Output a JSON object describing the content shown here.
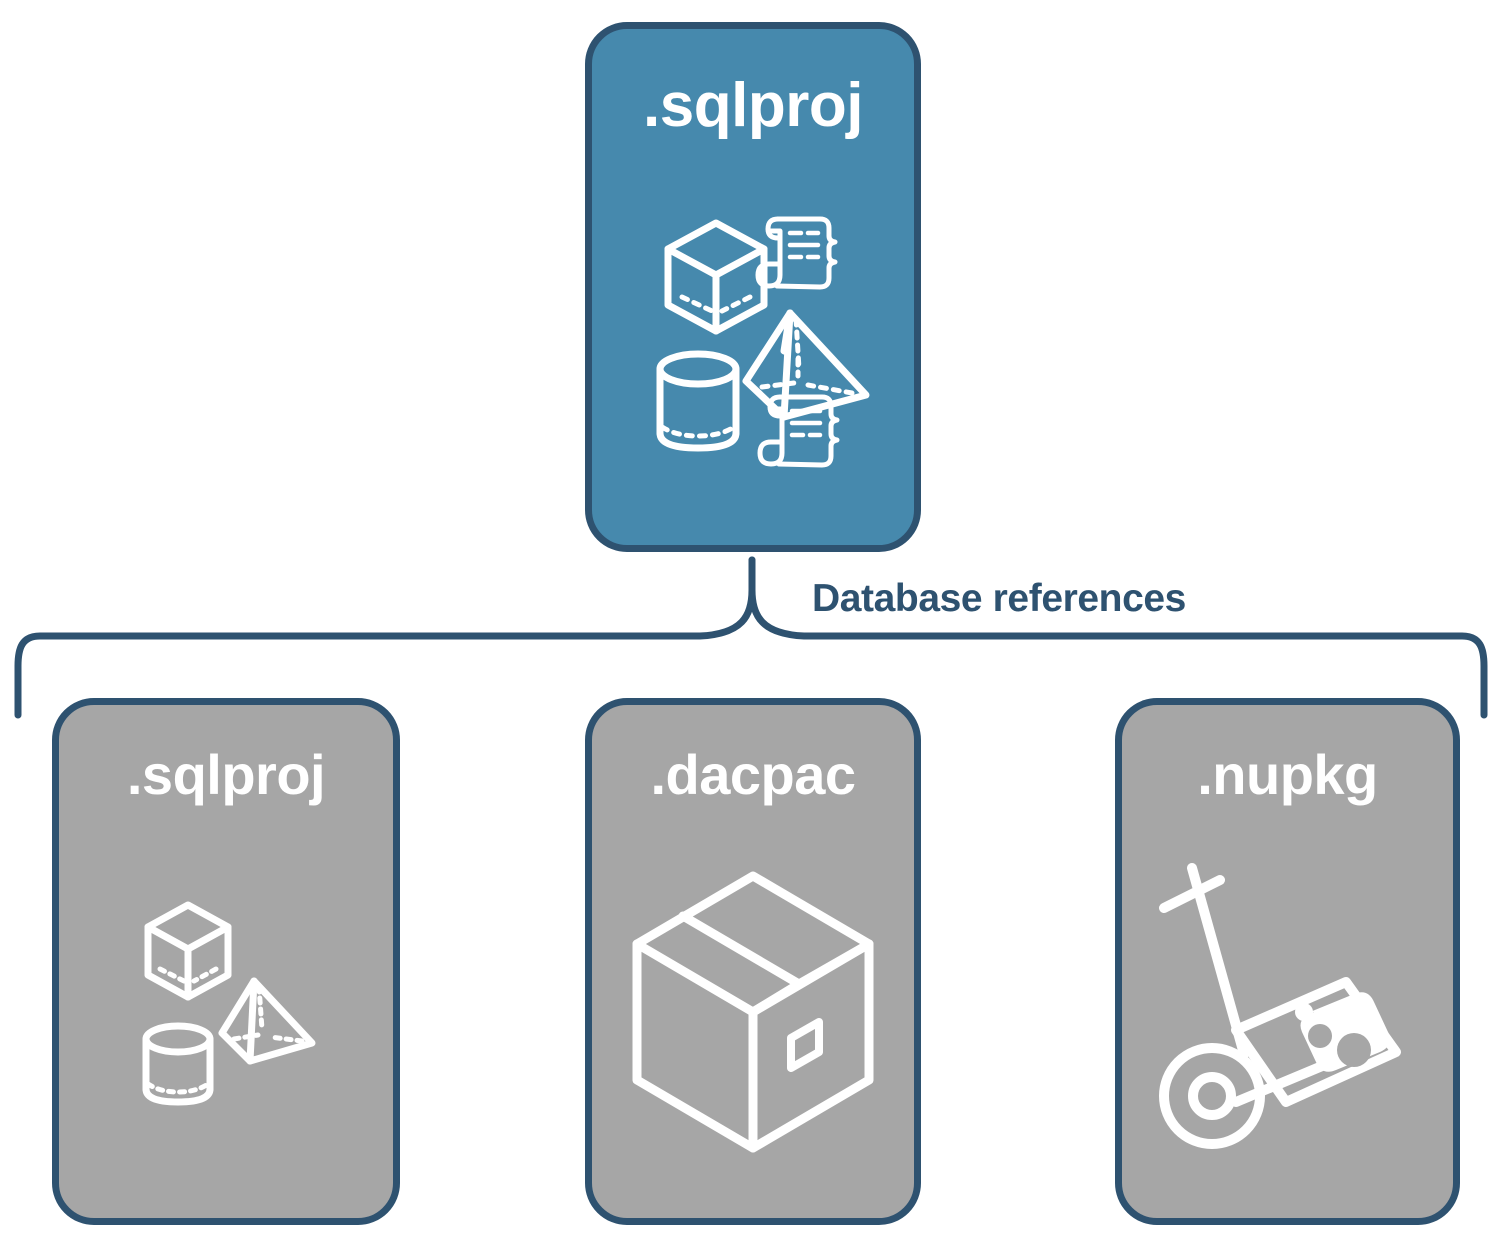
{
  "diagram": {
    "type": "hierarchy-brace",
    "background_color": "#ffffff",
    "accent_color": "#4689ad",
    "neutral_color": "#a6a6a6",
    "outline_color": "#2e5270",
    "icon_color": "#ffffff"
  },
  "root": {
    "title": ".sqlproj",
    "fill_color": "#4689ad",
    "icons": [
      "cube-wireframe-icon",
      "scroll-icon",
      "pyramid-wireframe-icon",
      "cylinder-wireframe-icon",
      "scroll-icon"
    ]
  },
  "connector": {
    "label": "Database references",
    "label_color": "#2e5270",
    "style": "curly-brace"
  },
  "children": [
    {
      "title": ".sqlproj",
      "fill_color": "#a6a6a6",
      "icons": [
        "cube-wireframe-icon",
        "pyramid-wireframe-icon",
        "cylinder-wireframe-icon"
      ]
    },
    {
      "title": ".dacpac",
      "fill_color": "#a6a6a6",
      "icons": [
        "shipping-box-icon"
      ]
    },
    {
      "title": ".nupkg",
      "fill_color": "#a6a6a6",
      "icons": [
        "hand-truck-package-icon"
      ]
    }
  ]
}
